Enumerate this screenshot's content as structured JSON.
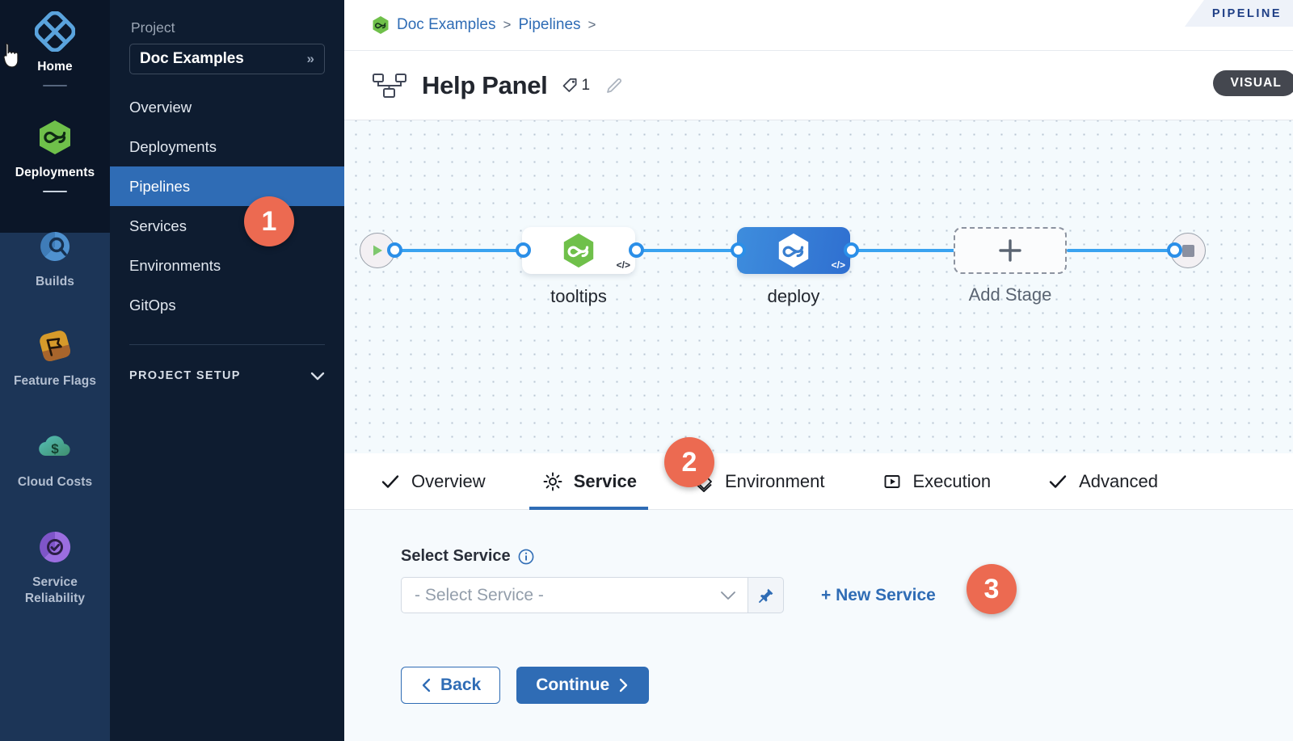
{
  "rail": {
    "items": [
      {
        "label": "Home",
        "icon": "home-diamond-icon",
        "state": "active"
      },
      {
        "label": "Deployments",
        "icon": "deployments-infinity-icon",
        "state": "active"
      },
      {
        "label": "Builds",
        "icon": "builds-icon",
        "state": "dim"
      },
      {
        "label": "Feature Flags",
        "icon": "feature-flags-icon",
        "state": "dim"
      },
      {
        "label": "Cloud Costs",
        "icon": "cloud-costs-icon",
        "state": "dim"
      },
      {
        "label": "Service Reliability",
        "icon": "service-reliability-icon",
        "state": "dim"
      }
    ]
  },
  "project_nav": {
    "section_label": "Project",
    "project_name": "Doc Examples",
    "expand_icon": "double-chevron-right-icon",
    "items": [
      {
        "label": "Overview",
        "selected": false
      },
      {
        "label": "Deployments",
        "selected": false
      },
      {
        "label": "Pipelines",
        "selected": true
      },
      {
        "label": "Services",
        "selected": false
      },
      {
        "label": "Environments",
        "selected": false
      },
      {
        "label": "GitOps",
        "selected": false
      }
    ],
    "setup_label": "PROJECT SETUP",
    "setup_icon": "chevron-down-icon"
  },
  "breadcrumb": {
    "icon": "green-hexagon-infinity-icon",
    "items": [
      "Doc Examples",
      "Pipelines"
    ],
    "separator": ">"
  },
  "ribbon": {
    "text": "PIPELINE"
  },
  "header": {
    "icon": "pipeline-nodes-icon",
    "title": "Help Panel",
    "tag_icon": "tag-icon",
    "tag_count": "1",
    "edit_icon": "pencil-icon",
    "mode_badge": "VISUAL"
  },
  "canvas": {
    "start_node_icon": "play-icon",
    "end_node_icon": "stop-square-icon",
    "stages": [
      {
        "label": "tooltips",
        "style": "white",
        "icon": "green-hexagon-infinity-icon",
        "code_glyph": "</>"
      },
      {
        "label": "deploy",
        "style": "blue",
        "icon": "white-hexagon-infinity-icon",
        "code_glyph": "</>"
      }
    ],
    "add_stage": {
      "label": "Add Stage",
      "icon": "plus-icon"
    }
  },
  "tabs": [
    {
      "label": "Overview",
      "icon": "check-icon",
      "active": false
    },
    {
      "label": "Service",
      "icon": "gear-icon",
      "active": true
    },
    {
      "label": "Environment",
      "icon": "layers-diamond-icon",
      "active": false
    },
    {
      "label": "Execution",
      "icon": "play-box-icon",
      "active": false
    },
    {
      "label": "Advanced",
      "icon": "check-icon",
      "active": false
    }
  ],
  "form": {
    "label": "Select Service",
    "info_icon": "info-circle-icon",
    "select_placeholder": "- Select Service -",
    "select_chevron_icon": "chevron-down-icon",
    "pin_icon": "pin-icon",
    "new_service_label": "+ New Service",
    "back_label": "Back",
    "back_icon": "chevron-left-icon",
    "continue_label": "Continue",
    "continue_icon": "chevron-right-icon"
  },
  "callouts": [
    {
      "number": "1"
    },
    {
      "number": "2"
    },
    {
      "number": "3"
    }
  ],
  "colors": {
    "accent_blue": "#2f6cb5",
    "callout_orange": "#ec6a51",
    "rail_dark": "#0b1628",
    "rail_blue": "#1c3557",
    "wire_blue": "#39a3f0",
    "green": "#6fc04a"
  }
}
